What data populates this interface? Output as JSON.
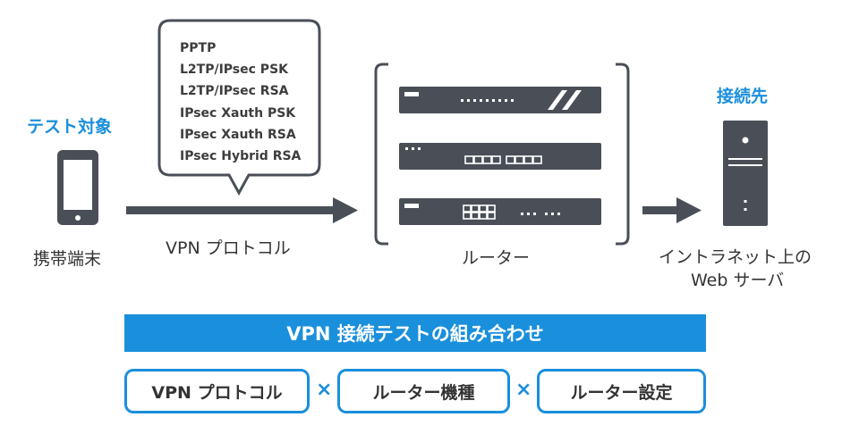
{
  "device": {
    "heading": "テスト対象",
    "label": "携帯端末"
  },
  "protocol": {
    "label": "VPN プロトコル",
    "items": [
      "PPTP",
      "L2TP/IPsec PSK",
      "L2TP/IPsec RSA",
      "IPsec Xauth PSK",
      "IPsec Xauth RSA",
      "IPsec Hybrid RSA"
    ]
  },
  "router": {
    "label": "ルーター"
  },
  "destination": {
    "heading": "接続先",
    "label_line1": "イントラネット上の",
    "label_line2": "Web サーバ"
  },
  "banner": {
    "title": "VPN 接続テストの組み合わせ"
  },
  "combination": {
    "items": [
      "VPN プロトコル",
      "ルーター機種",
      "ルーター設定"
    ],
    "operator": "×"
  },
  "colors": {
    "accent": "#1a8fdc",
    "device": "#4a4f57",
    "text": "#333333"
  }
}
